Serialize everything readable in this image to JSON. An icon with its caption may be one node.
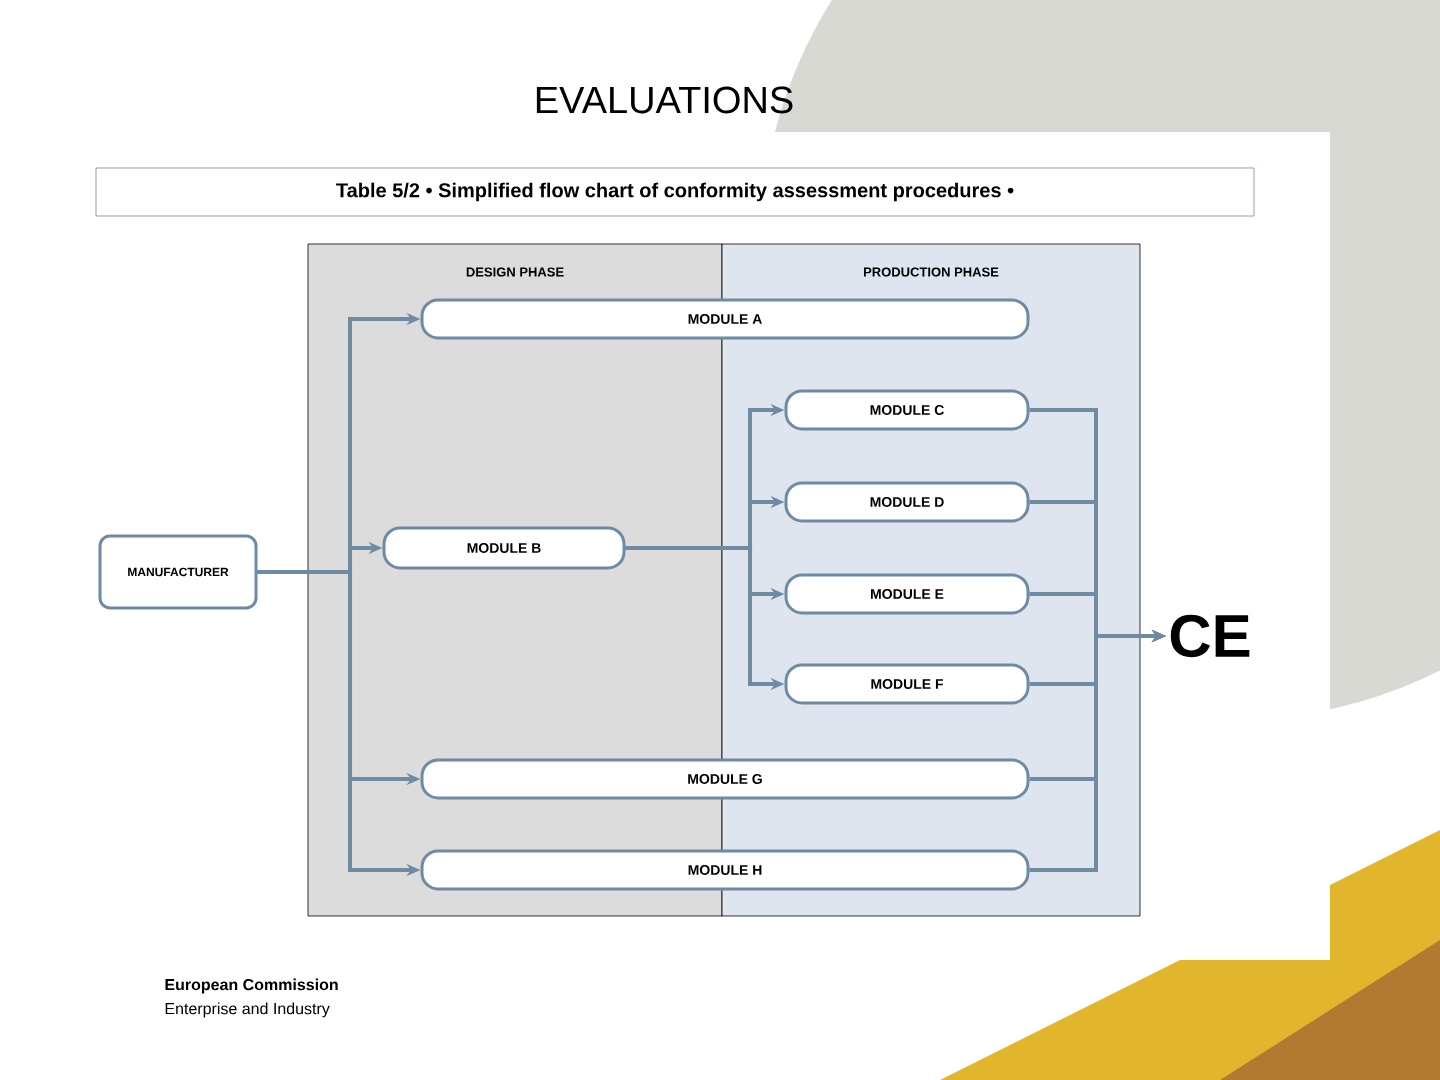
{
  "diagram": {
    "title": "EVALUATIONS",
    "nodes": [
      {
        "text": [
          "MANUFACTURER"
        ]
      },
      {
        "text": [
          "DESIGN PHASE"
        ]
      },
      {
        "text": [
          "PRODUCTION PHASE"
        ]
      },
      {
        "text": [
          "MODULE A"
        ]
      },
      {
        "text": [
          "MODULE B"
        ],
        "in": 1
      },
      {
        "text": [
          "MODULE C"
        ],
        "in": 2
      },
      {
        "text": [
          "MODULE D"
        ],
        "in": 2
      },
      {
        "text": [
          "MODULE E"
        ],
        "in": 2
      },
      {
        "text": [
          "MODULE F"
        ],
        "in": 2
      },
      {
        "text": [
          "MODULE G"
        ]
      },
      {
        "text": [
          "MODULE H"
        ]
      },
      {
        "text": [
          "CE"
        ]
      }
    ],
    "edges": [
      {
        "from": 0,
        "to": 3,
        "arrow": "to"
      },
      {
        "from": 0,
        "to": 4,
        "arrow": "to"
      },
      {
        "from": 0,
        "to": 9,
        "arrow": "to"
      },
      {
        "from": 0,
        "to": 10,
        "arrow": "to"
      },
      {
        "from": 4,
        "to": 5,
        "arrow": "to"
      },
      {
        "from": 4,
        "to": 6,
        "arrow": "to"
      },
      {
        "from": 4,
        "to": 7,
        "arrow": "to"
      },
      {
        "from": 4,
        "to": 8,
        "arrow": "to"
      },
      {
        "from": 5,
        "to": 11,
        "arrow": "to"
      },
      {
        "from": 6,
        "to": 11,
        "arrow": "to"
      },
      {
        "from": 7,
        "to": 11,
        "arrow": "to"
      },
      {
        "from": 8,
        "to": 11,
        "arrow": "to"
      },
      {
        "from": 9,
        "to": 11,
        "arrow": "to"
      },
      {
        "from": 10,
        "to": 11,
        "arrow": "to"
      }
    ],
    "labels": [
      "Table 5/2 • Simplified flow chart of conformity assessment procedures •",
      "European Commission",
      "Enterprise and Industry"
    ]
  }
}
